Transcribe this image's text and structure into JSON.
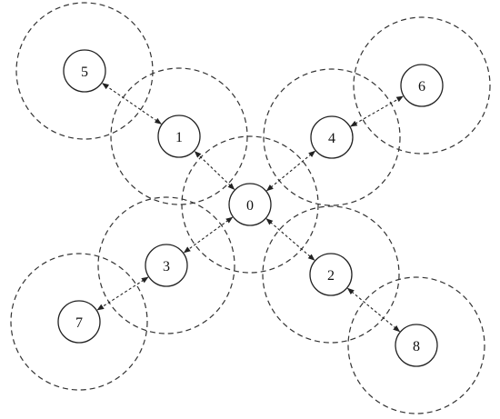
{
  "diagram": {
    "nodes": [
      {
        "id": "0",
        "label": "0"
      },
      {
        "id": "1",
        "label": "1"
      },
      {
        "id": "2",
        "label": "2"
      },
      {
        "id": "3",
        "label": "3"
      },
      {
        "id": "4",
        "label": "4"
      },
      {
        "id": "5",
        "label": "5"
      },
      {
        "id": "6",
        "label": "6"
      },
      {
        "id": "7",
        "label": "7"
      },
      {
        "id": "8",
        "label": "8"
      }
    ],
    "links": [
      {
        "from": "0",
        "to": "1"
      },
      {
        "from": "0",
        "to": "2"
      },
      {
        "from": "0",
        "to": "3"
      },
      {
        "from": "0",
        "to": "4"
      },
      {
        "from": "1",
        "to": "5"
      },
      {
        "from": "2",
        "to": "8"
      },
      {
        "from": "3",
        "to": "7"
      },
      {
        "from": "4",
        "to": "6"
      }
    ]
  }
}
